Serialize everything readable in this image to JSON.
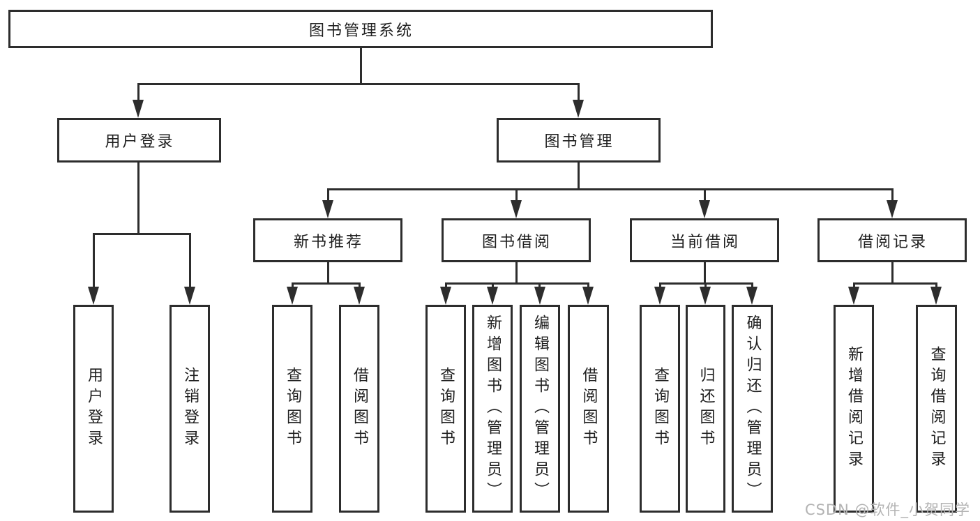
{
  "diagram_type": "hierarchy-tree",
  "colors": {
    "line": "#2d2d2d",
    "text": "#1f1f1f",
    "background": "#ffffff",
    "watermark": "#b3b3b3"
  },
  "tree": {
    "root": "图书管理系统",
    "branches": [
      {
        "label": "用户登录",
        "leaves": [
          "用户登录",
          "注销登录"
        ]
      },
      {
        "label": "图书管理",
        "sections": [
          {
            "label": "新书推荐",
            "leaves": [
              "查询图书",
              "借阅图书"
            ]
          },
          {
            "label": "图书借阅",
            "leaves": [
              "查询图书",
              "新增图书（管理员）",
              "编辑图书（管理员）",
              "借阅图书"
            ]
          },
          {
            "label": "当前借阅",
            "leaves": [
              "查询图书",
              "归还图书",
              "确认归还（管理员）"
            ]
          },
          {
            "label": "借阅记录",
            "leaves": [
              "新增借阅记录",
              "查询借阅记录"
            ]
          }
        ]
      }
    ]
  },
  "watermark": "CSDN @软件_小贺同学"
}
